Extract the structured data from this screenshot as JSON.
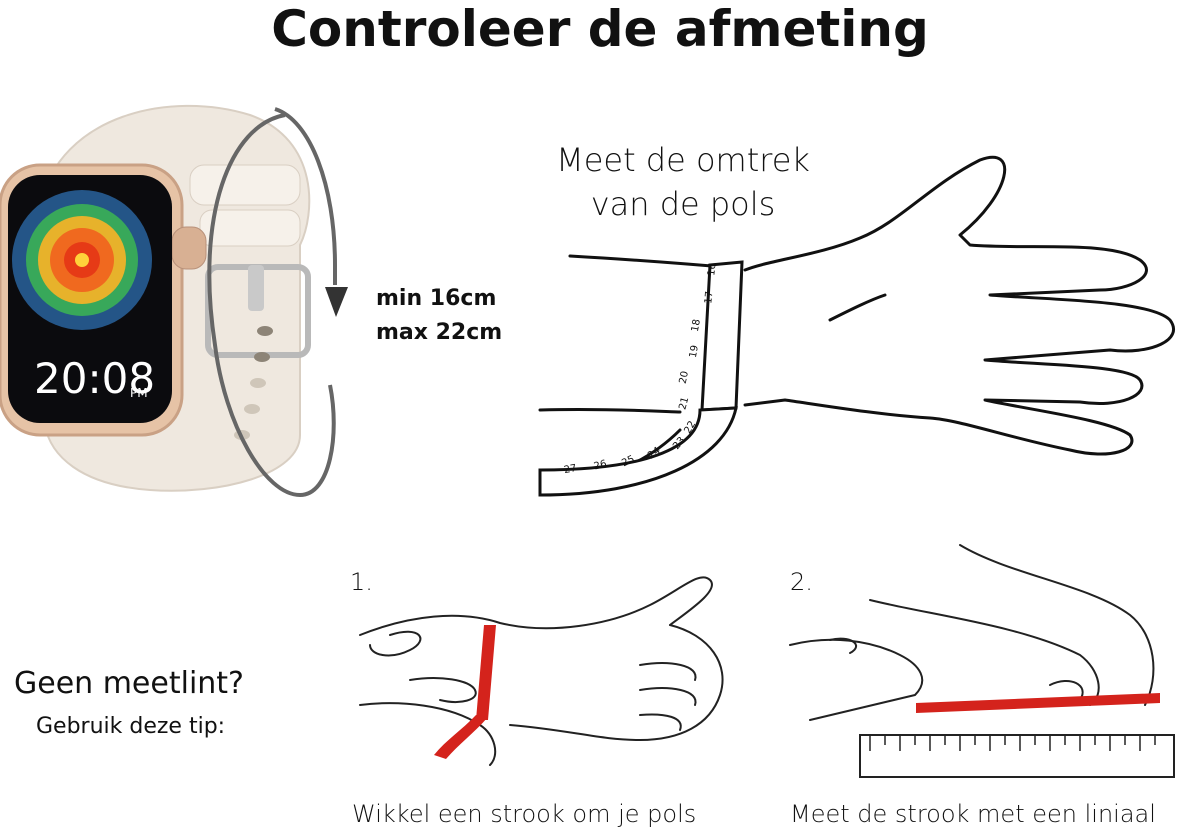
{
  "title": "Controleer de afmeting",
  "hand_caption": [
    "Meet de omtrek",
    "van de pols"
  ],
  "range": {
    "min": "min 16cm",
    "max": "max 22cm"
  },
  "watch": {
    "time": "20:08",
    "ampm": "PM"
  },
  "tape_labels": [
    "16",
    "17",
    "18",
    "19",
    "20",
    "21",
    "22",
    "23",
    "24",
    "25",
    "26",
    "27"
  ],
  "tip": {
    "heading": "Geen meetlint?",
    "subheading": "Gebruik deze tip:"
  },
  "steps": [
    {
      "number": "1.",
      "caption": "Wikkel een strook om je pols"
    },
    {
      "number": "2.",
      "caption": "Meet de strook met een liniaal"
    }
  ],
  "colors": {
    "strip": "#d4231c",
    "watch_case": "#e6c3a6",
    "strap": "#efe8df"
  }
}
